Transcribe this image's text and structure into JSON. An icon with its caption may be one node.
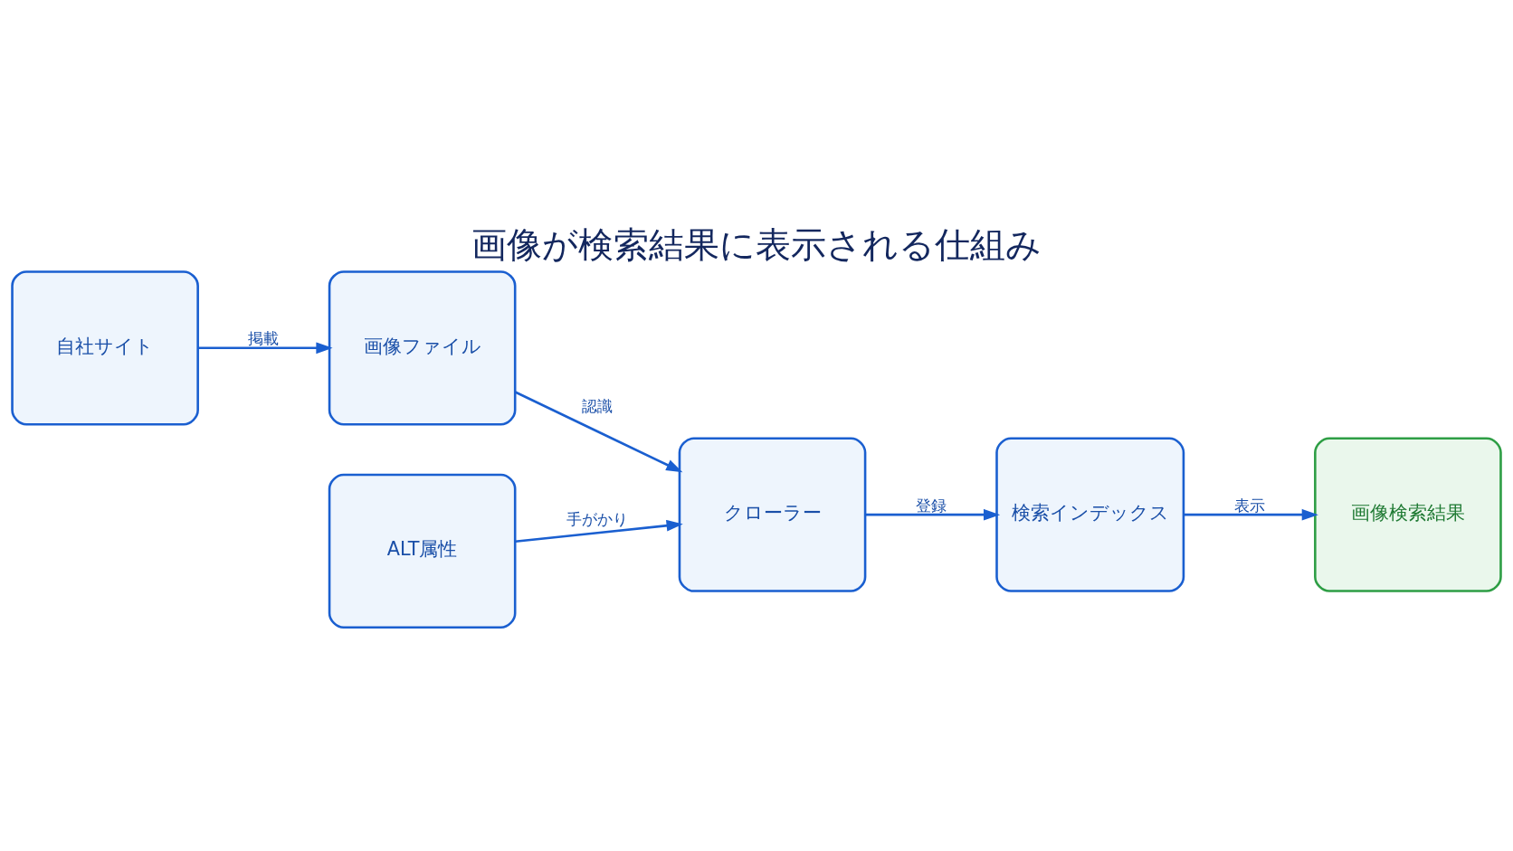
{
  "diagram": {
    "title": "画像が検索結果に表示される仕組み",
    "nodes": [
      {
        "text": [
          "自社サイト"
        ]
      },
      {
        "text": [
          "画像ファイル"
        ]
      },
      {
        "text": [
          "ALT属性"
        ]
      },
      {
        "text": [
          "クローラー"
        ]
      },
      {
        "text": [
          "検索インデックス"
        ]
      },
      {
        "text": [
          "画像検索結果"
        ]
      }
    ],
    "edges": [
      {
        "from": 0,
        "to": 1,
        "arrow": "to",
        "label": "掲載"
      },
      {
        "from": 1,
        "to": 3,
        "arrow": "to",
        "label": "認識"
      },
      {
        "from": 2,
        "to": 3,
        "arrow": "to",
        "label": "手がかり"
      },
      {
        "from": 3,
        "to": 4,
        "arrow": "to",
        "label": "登録"
      },
      {
        "from": 4,
        "to": 5,
        "arrow": "to",
        "label": "表示"
      }
    ]
  }
}
